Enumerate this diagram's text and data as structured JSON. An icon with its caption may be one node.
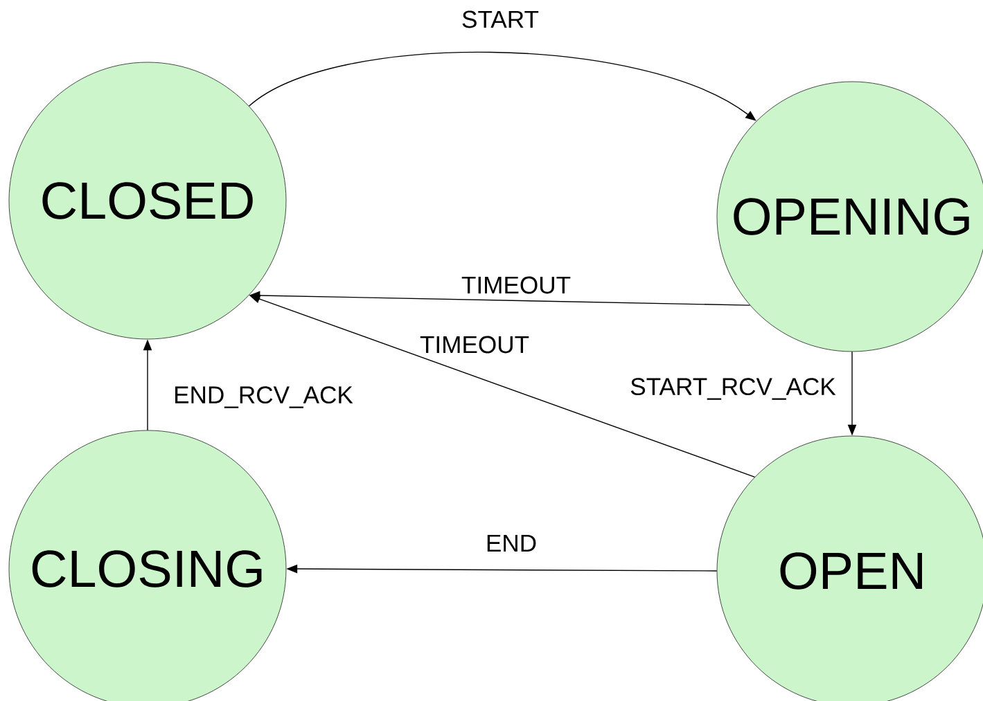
{
  "diagram": {
    "nodes": [
      {
        "text": [
          "CLOSED"
        ]
      },
      {
        "text": [
          "OPENING"
        ]
      },
      {
        "text": [
          "OPEN"
        ]
      },
      {
        "text": [
          "CLOSING"
        ]
      }
    ],
    "edges": [
      {
        "from": 0,
        "to": 1,
        "arrow": "to",
        "label": "START"
      },
      {
        "from": 1,
        "to": 0,
        "arrow": "to",
        "label": "TIMEOUT"
      },
      {
        "from": 2,
        "to": 0,
        "arrow": "to",
        "label": "TIMEOUT"
      },
      {
        "from": 1,
        "to": 2,
        "arrow": "to",
        "label": "START_RCV_ACK"
      },
      {
        "from": 2,
        "to": 3,
        "arrow": "to",
        "label": "END"
      },
      {
        "from": 3,
        "to": 0,
        "arrow": "to",
        "label": "END_RCV_ACK"
      }
    ]
  }
}
